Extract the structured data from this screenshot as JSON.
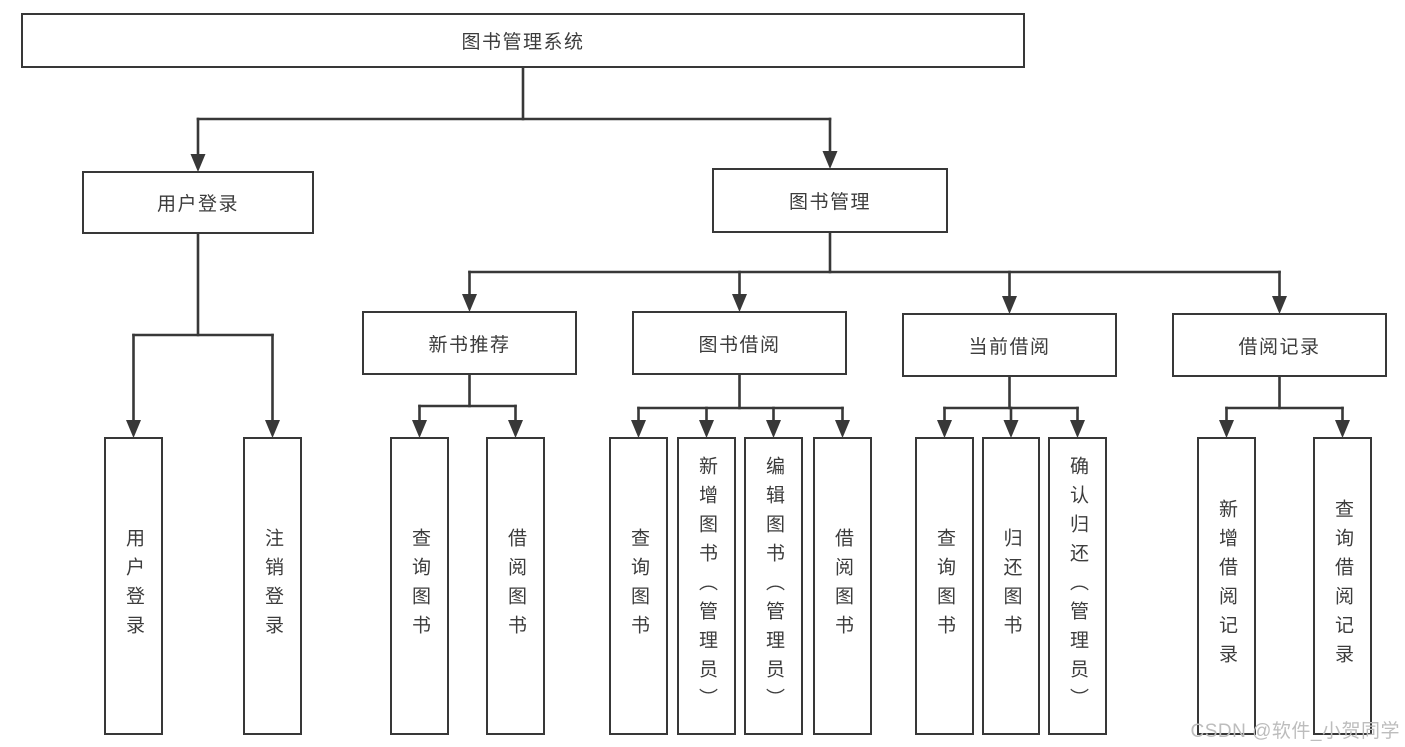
{
  "diagram": {
    "type": "hierarchy",
    "root_label": "图书管理系统"
  },
  "nodes": [
    {
      "id": "root",
      "label": "图书管理系统",
      "orientation": "horizontal"
    },
    {
      "id": "user-login-group",
      "label": "用户登录",
      "orientation": "horizontal"
    },
    {
      "id": "book-mgmt",
      "label": "图书管理",
      "orientation": "horizontal"
    },
    {
      "id": "new-book-rec",
      "label": "新书推荐",
      "orientation": "horizontal"
    },
    {
      "id": "book-borrow",
      "label": "图书借阅",
      "orientation": "horizontal"
    },
    {
      "id": "current-borrow",
      "label": "当前借阅",
      "orientation": "horizontal"
    },
    {
      "id": "borrow-records",
      "label": "借阅记录",
      "orientation": "horizontal"
    },
    {
      "id": "user-login",
      "label": "用户登录",
      "orientation": "vertical"
    },
    {
      "id": "logout",
      "label": "注销登录",
      "orientation": "vertical"
    },
    {
      "id": "query-book-1",
      "label": "查询图书",
      "orientation": "vertical"
    },
    {
      "id": "borrow-book-1",
      "label": "借阅图书",
      "orientation": "vertical"
    },
    {
      "id": "query-book-2",
      "label": "查询图书",
      "orientation": "vertical"
    },
    {
      "id": "add-book",
      "label": "新增图书（管理员）",
      "orientation": "vertical"
    },
    {
      "id": "edit-book",
      "label": "编辑图书（管理员）",
      "orientation": "vertical"
    },
    {
      "id": "borrow-book-2",
      "label": "借阅图书",
      "orientation": "vertical"
    },
    {
      "id": "query-book-3",
      "label": "查询图书",
      "orientation": "vertical"
    },
    {
      "id": "return-book",
      "label": "归还图书",
      "orientation": "vertical"
    },
    {
      "id": "confirm-return",
      "label": "确认归还（管理员）",
      "orientation": "vertical"
    },
    {
      "id": "add-borrow-record",
      "label": "新增借阅记录",
      "orientation": "vertical"
    },
    {
      "id": "query-borrow-record",
      "label": "查询借阅记录",
      "orientation": "vertical"
    }
  ],
  "edges": [
    {
      "from": "root",
      "to": "user-login-group"
    },
    {
      "from": "root",
      "to": "book-mgmt"
    },
    {
      "from": "user-login-group",
      "to": "user-login"
    },
    {
      "from": "user-login-group",
      "to": "logout"
    },
    {
      "from": "book-mgmt",
      "to": "new-book-rec"
    },
    {
      "from": "book-mgmt",
      "to": "book-borrow"
    },
    {
      "from": "book-mgmt",
      "to": "current-borrow"
    },
    {
      "from": "book-mgmt",
      "to": "borrow-records"
    },
    {
      "from": "new-book-rec",
      "to": "query-book-1"
    },
    {
      "from": "new-book-rec",
      "to": "borrow-book-1"
    },
    {
      "from": "book-borrow",
      "to": "query-book-2"
    },
    {
      "from": "book-borrow",
      "to": "add-book"
    },
    {
      "from": "book-borrow",
      "to": "edit-book"
    },
    {
      "from": "book-borrow",
      "to": "borrow-book-2"
    },
    {
      "from": "current-borrow",
      "to": "query-book-3"
    },
    {
      "from": "current-borrow",
      "to": "return-book"
    },
    {
      "from": "current-borrow",
      "to": "confirm-return"
    },
    {
      "from": "borrow-records",
      "to": "add-borrow-record"
    },
    {
      "from": "borrow-records",
      "to": "query-borrow-record"
    }
  ],
  "watermark": {
    "text": "CSDN @软件_小贺同学"
  },
  "colors": {
    "line": "#383838",
    "text": "#3c3c3c",
    "watermark": "#bdbdbd",
    "background": "#ffffff"
  }
}
